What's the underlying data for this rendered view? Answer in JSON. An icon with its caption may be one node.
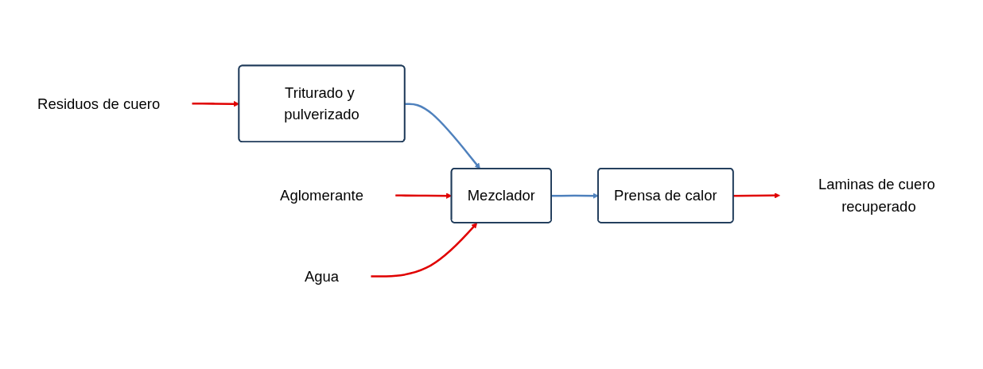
{
  "diagram": {
    "nodes": [
      {
        "text": [
          "Residuos de cuero"
        ]
      },
      {
        "text": [
          "Triturado y pulverizado"
        ]
      },
      {
        "text": [
          "Mezclador"
        ]
      },
      {
        "text": [
          "Prensa de calor"
        ]
      },
      {
        "text": [
          "Laminas de cuero recuperado"
        ]
      },
      {
        "text": [
          "Aglomerante"
        ]
      },
      {
        "text": [
          "Agua"
        ]
      }
    ],
    "edges": [
      {
        "from": 0,
        "to": 1,
        "arrow": "to"
      },
      {
        "from": 1,
        "to": 2,
        "arrow": "to",
        "color": "#4f81bd"
      },
      {
        "from": 5,
        "to": 2,
        "arrow": "to"
      },
      {
        "from": 6,
        "to": 2,
        "arrow": "to"
      },
      {
        "from": 2,
        "to": 3,
        "arrow": "to",
        "color": "#4f81bd"
      },
      {
        "from": 3,
        "to": 4,
        "arrow": "to"
      }
    ]
  }
}
